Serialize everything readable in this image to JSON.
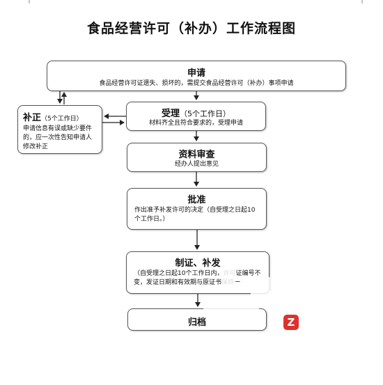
{
  "title": "食品经营许可（补办）工作流程图",
  "nodes": {
    "apply": {
      "title": "申请",
      "text": "食品经营许可证遗失、损坏的，需提交食品经营许可（补办）事项申请"
    },
    "correct": {
      "title": "补正",
      "sub": "（5个工作日）",
      "text": "申请信息有误或缺少要件的，应一次性告知申请人修改补正"
    },
    "accept": {
      "title": "受理",
      "sub": "（5个工作日）",
      "text": "材料齐全且符合要求的，受理申请"
    },
    "review": {
      "title": "资料审查",
      "text": "经办人提出意见"
    },
    "approve": {
      "title": "批准",
      "text": "作出准予补发许可的决定（自受理之日起10个工作日。）"
    },
    "issue": {
      "title": "制证、补发",
      "text": "（自受理之日起10个工作日内，许可证编号不变，发证日期和有效期与原证书保持一"
    },
    "archive": {
      "title": "归档"
    }
  },
  "badge": {
    "label": "Z",
    "color": "#e0302c"
  }
}
